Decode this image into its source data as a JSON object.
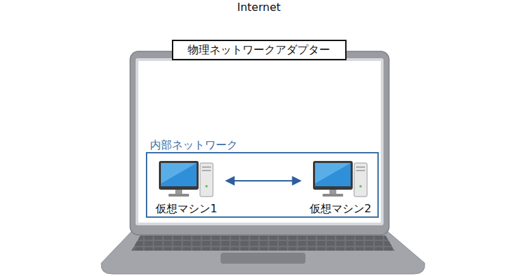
{
  "diagram": {
    "nodes": [
      {
        "text": [
          "物理ネットワークアダプター"
        ]
      },
      {
        "text": [
          "内部ネットワーク"
        ]
      },
      {
        "text": [
          "仮想マシン1"
        ],
        "in": 1
      },
      {
        "text": [
          "仮想マシン2"
        ],
        "in": 1
      }
    ],
    "edges": [
      {
        "from": 2,
        "to": 3,
        "arrow": "both"
      }
    ],
    "labels": [
      "Internet"
    ]
  }
}
